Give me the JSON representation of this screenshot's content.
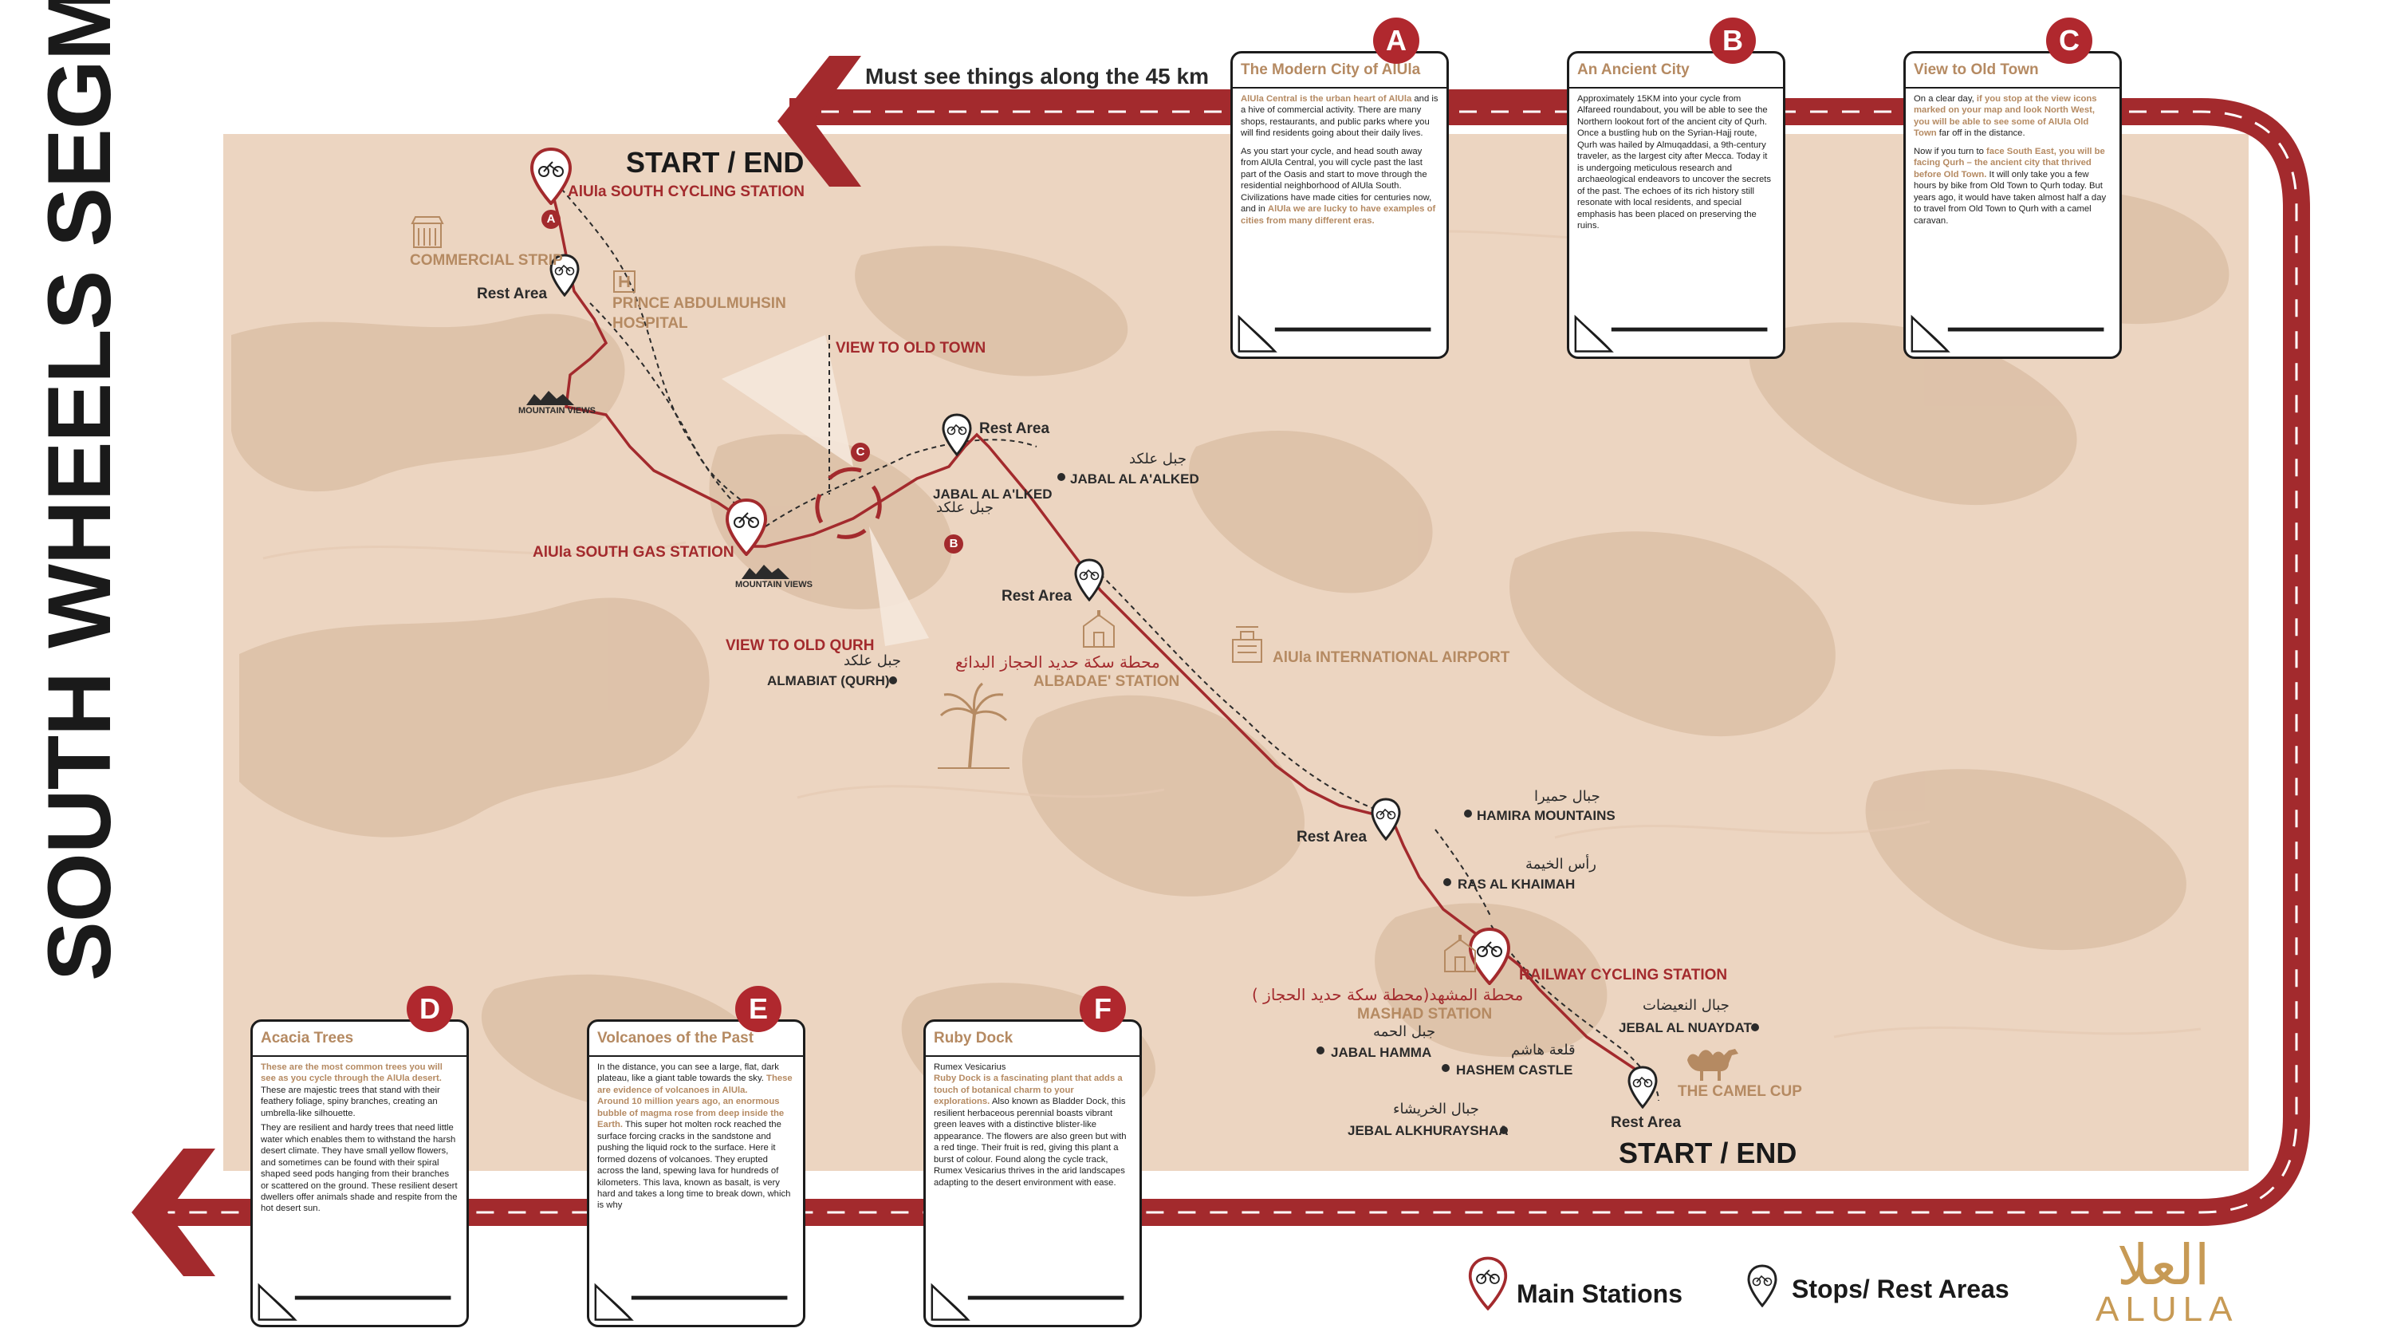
{
  "page_title": "SOUTH WHEELS SEGMENT",
  "top_banner": "Must see things along the 45 km",
  "map": {
    "start_end_top": "START / END",
    "start_end_bottom": "START / END",
    "main_stations": {
      "south_cycling": "AlUla SOUTH CYCLING STATION",
      "south_gas": "AlUla SOUTH GAS STATION",
      "railway_cycling": "RAILWAY CYCLING STATION"
    },
    "rest_areas": [
      "Rest Area",
      "Rest Area",
      "Rest Area",
      "Rest Area",
      "Rest Area"
    ],
    "landmarks": {
      "commercial_strip": "COMMERCIAL STRIP",
      "hospital_line1": "PRINCE ABDULMUHSIN",
      "hospital_line2": "HOSPITAL",
      "mountain_views_1": "MOUNTAIN VIEWS",
      "mountain_views_2": "MOUNTAIN VIEWS",
      "view_old_town": "VIEW TO OLD TOWN",
      "view_old_qurh": "VIEW TO OLD QURH",
      "almabiat_ar": "جبل علكد",
      "almabiat": "ALMABIAT (QURH)",
      "jabal_alaalked_ar": "جبل علكد",
      "jabal_alaalked": "JABAL AL A'ALKED",
      "jabal_alalked_ar": "جبل علكد",
      "jabal_alalked": "JABAL AL A'LKED",
      "albadae_ar": "محطة سكة حديد الحجاز البدائع",
      "albadae": "ALBADAE' STATION",
      "airport": "AlUla INTERNATIONAL AIRPORT",
      "hamira_ar": "جبال حميرا",
      "hamira": "HAMIRA MOUNTAINS",
      "ras_ar": "رأس الخيمة",
      "ras": "RAS AL KHAIMAH",
      "mashad_ar": "محطة المشهد(محطة سكة حديد الحجاز )",
      "mashad": "MASHAD STATION",
      "jabal_hamma_ar": "جبل الحمه",
      "jabal_hamma": "JABAL HAMMA",
      "hashem_ar": "قلعة هاشم",
      "hashem": "HASHEM CASTLE",
      "nuaydat_ar": "جبال النعيضات",
      "nuaydat": "JEBAL AL NUAYDAT",
      "camel_cup": "THE CAMEL CUP",
      "alkhuraysha_ar": "جبال الخريشاء",
      "alkhuraysha": "JEBAL ALKHURAYSHAA"
    },
    "markers": [
      "A",
      "B",
      "C"
    ]
  },
  "cards": [
    {
      "letter": "A",
      "title": "The Modern City of AlUla",
      "body": [
        {
          "hl": "AlUla Central is the urban heart of AlUla",
          "t": " and is a hive of commercial activity. There are many shops, restaurants, and public parks where you will find residents going about their daily lives."
        },
        {
          "t": "As you start your cycle, and head south away from AlUla Central, you will cycle past the last part of the Oasis and start to move through the residential neighborhood of AlUla South. Civilizations have made cities for centuries now, and in "
        },
        {
          "hl": "AlUla we are lucky to have examples of cities from many different eras.",
          "t": ""
        }
      ]
    },
    {
      "letter": "B",
      "title": "An Ancient City",
      "body": [
        {
          "t": "Approximately 15KM into your cycle from Alfareed roundabout, you will be able to see the Northern lookout fort of the ancient city of Qurh. Once a bustling hub on the Syrian-Hajj route, Qurh was hailed by Almuqaddasi, a 9th-century traveler, as the largest city after Mecca. Today it is undergoing meticulous research and archaeological endeavors to uncover the secrets of the past. The echoes of its rich history still resonate with local residents, and special emphasis has been placed on preserving the ruins."
        }
      ]
    },
    {
      "letter": "C",
      "title": "View to Old Town",
      "body": [
        {
          "t": "On a clear day, ",
          "hl": "if you stop at the view icons marked on your map and look North West, you will be able to see some of AlUla Old Town",
          "t2": " far off in the distance."
        },
        {
          "t": "Now if you turn to ",
          "hl": "face South East, you will be facing Qurh – the ancient city that thrived before Old Town.",
          "t2": " It will only take you a few hours by bike from Old Town to Qurh today. But years ago, it would have taken almost half a day to travel from Old Town to Qurh with a camel caravan."
        }
      ]
    },
    {
      "letter": "D",
      "title": "Acacia Trees",
      "body": [
        {
          "hl": "These are the most common trees you will see as you cycle through the AlUla desert.",
          "t": " These are majestic trees that stand with their feathery foliage, spiny branches, creating an umbrella-like silhouette."
        },
        {
          "t": "They are resilient and hardy trees that need little water which enables them to withstand the harsh desert climate. They have small yellow flowers, and sometimes can be found with their spiral shaped seed pods hanging from their branches or scattered on the ground. These resilient desert dwellers offer animals shade and respite from the hot desert sun."
        }
      ]
    },
    {
      "letter": "E",
      "title": "Volcanoes of the Past",
      "body": [
        {
          "t": "In the distance, you can see a large, flat, dark plateau, like a giant table towards the sky. ",
          "hl": "These are evidence of volcanoes in AlUla."
        },
        {
          "hl": "Around 10 million years ago, an enormous bubble of magma rose from deep inside the Earth.",
          "t": " This super hot molten rock reached the surface forcing cracks in the sandstone and pushing the liquid rock to the surface. Here it formed dozens of volcanoes. They erupted across the land, spewing lava for hundreds of kilometers. This lava, known as basalt, is very hard and takes a long time to break down, which is why"
        }
      ]
    },
    {
      "letter": "F",
      "title": "Ruby Dock",
      "body": [
        {
          "t": "Rumex Vesicarius"
        },
        {
          "hl": "Ruby Dock is a fascinating plant that adds a touch of botanical charm to your explorations.",
          "t": " Also known as Bladder Dock, this resilient herbaceous perennial boasts vibrant green leaves with a distinctive blister-like appearance. The flowers are also green but with a red tinge. Their fruit is red, giving this plant a burst of colour. Found along the cycle track, Rumex Vesicarius thrives in the arid landscapes adapting to the desert environment with ease."
        }
      ]
    }
  ],
  "legend": {
    "main": "Main Stations",
    "stops": "Stops/ Rest Areas"
  },
  "logo": {
    "arabic": "العلا",
    "english": "ALULA"
  },
  "colors": {
    "brand_red": "#a32a2d",
    "badge_red": "#b0282e",
    "map_bg": "#ecd5c1",
    "terrain": "#dcbfa6",
    "tan_text": "#b58a62",
    "logo_gold": "#c79a55"
  },
  "icons": [
    "bicycle-icon",
    "location-pin-icon",
    "arrow-left-icon",
    "camel-icon",
    "hospital-icon",
    "airport-icon",
    "palm-icon",
    "mountain-icon",
    "building-icon"
  ]
}
